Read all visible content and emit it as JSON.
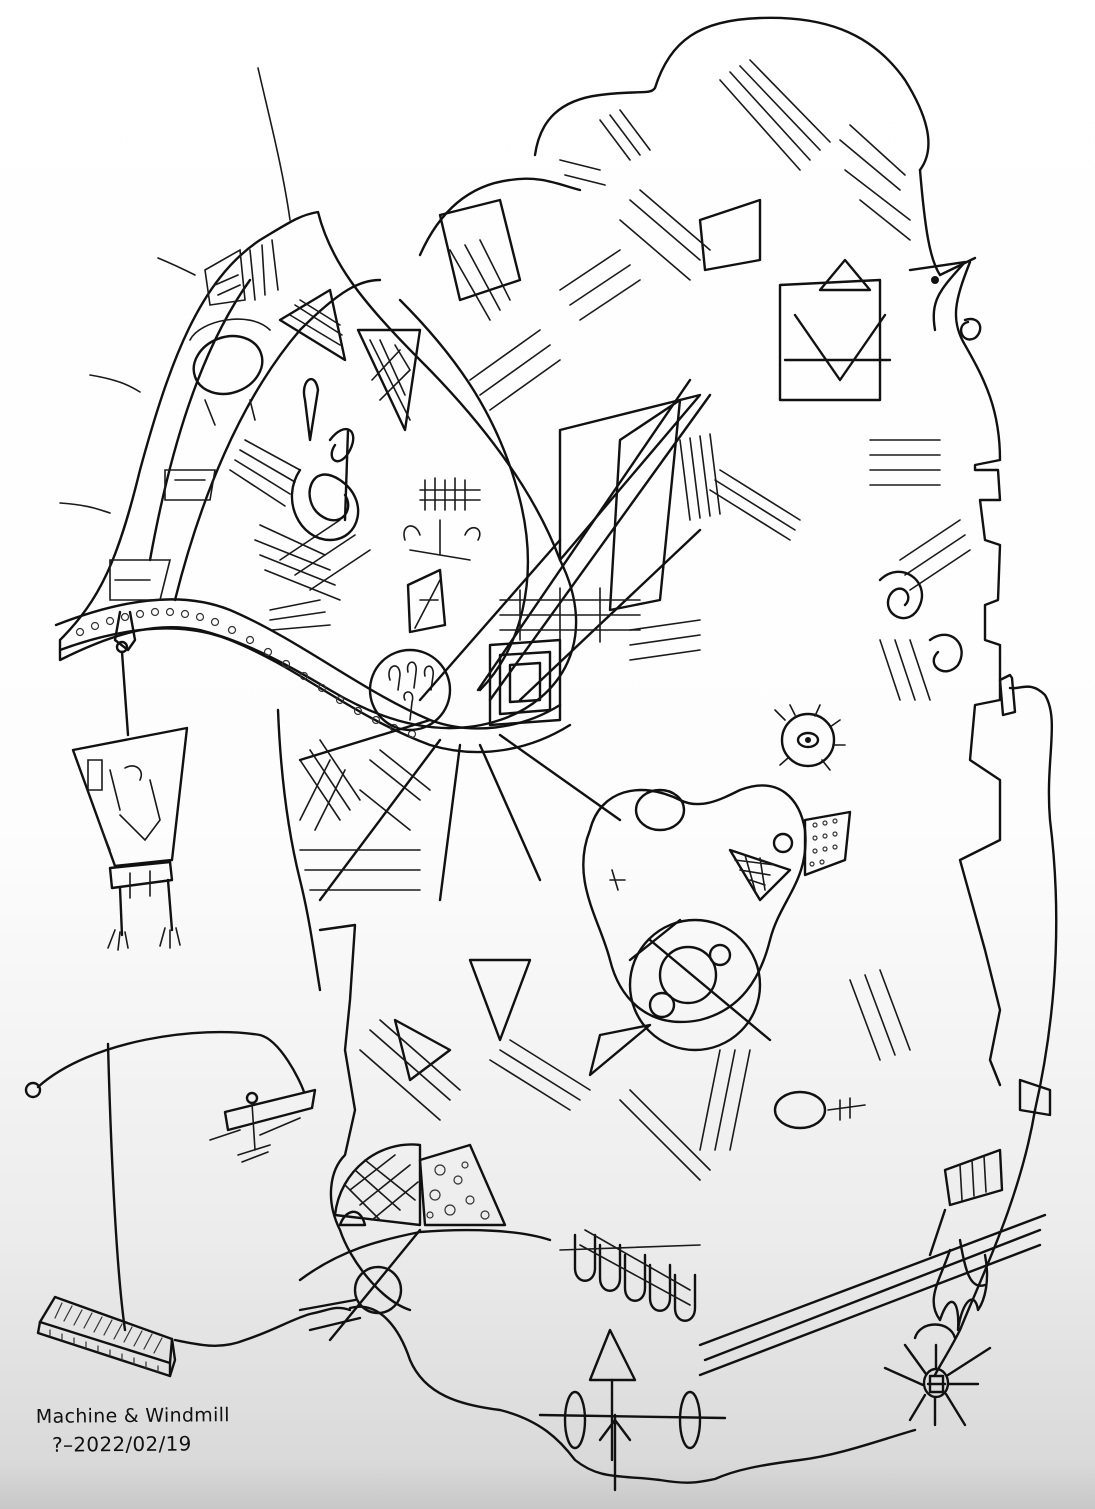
{
  "artwork": {
    "medium": "pen on paper",
    "palette": {
      "ink": "#111111",
      "paper_top": "#ffffff",
      "paper_bottom": "#d9d9d9"
    },
    "elements": [
      "wing-shaped-machine-left",
      "central-windmill-tower-mass",
      "hanging-lantern-box",
      "pendulum-arc-with-weight",
      "hatched-block-on-ground",
      "ground-outline",
      "sun-symbol-bottom-right",
      "dripping-ledge-right",
      "circle-gears-center"
    ]
  },
  "caption": {
    "title": "Machine & Windmill",
    "date": "?–2022/02/19"
  }
}
